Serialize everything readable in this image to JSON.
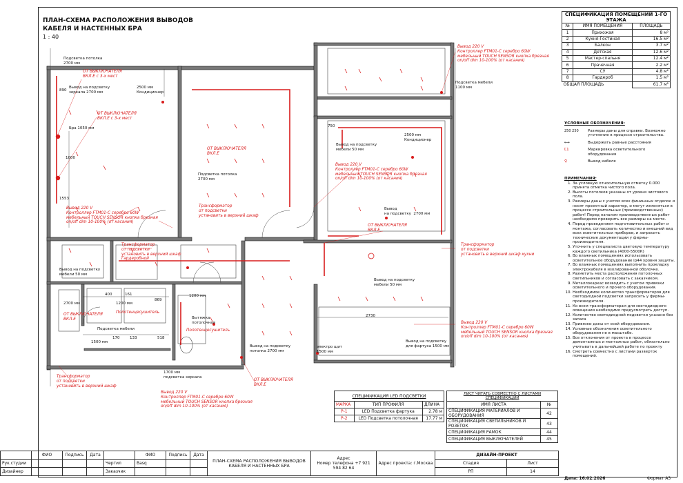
{
  "drawing": {
    "title": "ПЛАН-СХЕМА РАСПОЛОЖЕНИЯ ВЫВОДОВ КАБЕЛЯ И НАСТЕННЫХ БРА",
    "scale": "1 : 40"
  },
  "labels": {
    "l1": "Подсветка потолка\n2700 мм",
    "l2": "Вывод на подсветку\nзеркала 2700 мм",
    "l3": "2500 мм\nКондиционер",
    "l4": "Бра 1050 мм",
    "l5": "Подсветка потолка\n2700 мм",
    "l6": "Подсветка мебели\n1100 мм",
    "l7": "Вывод на подсветку\nмебели 50 мм",
    "l8": "2500 мм\nКондиционер",
    "l9": "Вывод\nна подсветку  2700 мм",
    "l10": "Вывод на подсветку\nмебели 50 мм",
    "l11": "Вывод на подсветку\nмебели 50 мм",
    "l12": "2700 мм",
    "l13": "1200 мм",
    "l14": "Подсветка мебели",
    "l15": "1500 мм",
    "l16": "1200 мм",
    "l17": "Вытяжка\nпотолочная",
    "l18": "Вывод на подсветку\nпотолка 2700 мм",
    "l19": "электро щит\n1500 мм",
    "l20": "Вывод на подсветку\nдля фартука 1500 мм",
    "l21": "1700 мм\nподсветка зеркала",
    "l22": "2730",
    "d1": "400",
    "d2": "161",
    "d3": "170",
    "d4": "133",
    "d5": "518",
    "d6": "750",
    "d7": "869",
    "d8": "1553",
    "d9": "1000",
    "d10": "890"
  },
  "red_labels": {
    "r1": "ОТ ВЫКЛЮЧАТЕЛЯ\nВКЛ.Е с 3-х мест",
    "r2": "ОТ ВЫКЛЮЧАТЕЛЯ\nВКЛ.Е с 3-х мест",
    "r3": "ОТ ВЫКЛЮЧАТЕЛЯ\nВКЛ.Е",
    "r4": "Вывод 220 V\nКонтроллер FTM01-C серебро 60W\nмебельный TOUCH SENSOR кнопка брезная\non/off dim 10-100% (от касания)",
    "r5": "Вывод 220 V\nКонтроллер FTM01-C серебро 60W\nмебельный TOUCH SENSOR кнопка брезная\non/off dim 10-100% (от касания)",
    "r6": "Трансформатор\nот подсветки\nустановить в верхний шкаф",
    "r7": "Вывод 220 V\nКонтроллер FTM01-C серебро 60W\nмебельный TOUCH SENSOR кнопка брезная\non/off dim 10-100% (от касания)",
    "r8": "ОТ ВЫКЛЮЧАТЕЛЯ\nВКЛ.Е",
    "r9": "Трансформатор\nот подсветки\nустановить в верхний шкаф\nГардеробной",
    "r10": "Трансформатор\nот подсветки\nустановить в верхний шкаф кухни",
    "r11": "ОТ ВЫКЛЮЧАТЕЛЯ\nВКЛ.Е",
    "r12": "Полотенцесушитель",
    "r13": "Полотенцесушитель",
    "r14": "Вывод 220 V\nКонтроллер FTM01-C серебро 60W\nмебельный TOUCH SENSOR кнопка брезная\non/off dim 10-100% (от касания)",
    "r15": "ОТ ВЫКЛЮЧАТЕЛЯ\nВКЛ.Е",
    "r16": "Трансформатор\nот подсветки\nустановить в верхний шкаф",
    "r17": "Вывод 220 V\nКонтроллер FTM01-C серебро 60W\nмебельный TOUCH SENSOR кнопка брезная\non/off dim 10-100% (от касания)"
  },
  "rooms_spec": {
    "title": "СПЕЦИФИКАЦИЯ ПОМЕЩЕНИЙ 1-ГО ЭТАЖА",
    "headers": [
      "№",
      "ИМЯ ПОМЕЩЕНИЯ",
      "ПЛОЩАДЬ"
    ],
    "rows": [
      [
        "1",
        "Прихожая",
        "8 м²"
      ],
      [
        "2",
        "Кухня-Гостиная",
        "16.5 м²"
      ],
      [
        "3",
        "Балкон",
        "3.7 м²"
      ],
      [
        "4",
        "Детская",
        "12.6 м²"
      ],
      [
        "5",
        "Мастер-спальня",
        "12.4 м²"
      ],
      [
        "6",
        "Прачечная",
        "2.2 м²"
      ],
      [
        "7",
        "СУ",
        "4.8 м²"
      ],
      [
        "8",
        "Гардероб",
        "1.5 м²"
      ]
    ],
    "total_label": "ОБЩАЯ ПЛОЩАДЬ",
    "total_value": "61.7 м²"
  },
  "legend": {
    "title": "УСЛОВНЫЕ ОБОЗНАЧЕНИЯ:",
    "items": [
      {
        "sym": "250 250",
        "text": "Размеры даны для справки. Возможно уточнение в процессе строительства."
      },
      {
        "sym": "",
        "text": "Выдержать равные расстояния"
      },
      {
        "sym": "Ľ1",
        "text": "Маркировка осветительного оборудования"
      },
      {
        "sym": "",
        "text": "Вывод кабеля"
      }
    ]
  },
  "notes": {
    "title": "ПРИМЕЧАНИЯ:",
    "items": [
      "За условную относительную отметку 0.000 принята отметка чистого пола.",
      "Высоты потолков указаны от уровня чистового пола.",
      "Размеры даны с учетом всех финишных отделок и носят проектный характер, и могут изменяться в процессе строительных (производственных) работ! Перед началом производственных работ необходимо проверить все размеры на месте.",
      "Перед проведением подготовительных работ и монтажа, согласовать количество и внешний вид всех осветительных приборов, и запросить технические документации у фирмы-производителя.",
      "Уточнить у специалиста цветовую температуру каждого светильника (4000-5500К)",
      "Во влажных помещениях использовать осветительное оборудование ip44 уровня защиты.",
      "Во влажных помещениях выполнить прокладку электрокабеля в изолированной оболочке.",
      "Разметить места расположения потолочных светильников и согласовать с заказчиком.",
      "Металлокаркас возводить с учетом привязки осветительного и прочего оборудования.",
      "Необходимое количество трансформаторов для светодиодной подсветки запросить у фирмы-производителя.",
      "Ко всем трансформаторам для светодиодного освещения необходимо предусмотреть доступ.",
      "Количество светодиодной подсветки указано без запаса",
      "Привязки даны от осей оборудования.",
      "Условные обозначения осветительного оборудования не в масштабе.",
      "Все отклонения от проекта в процессе демонтажных и монтажных работ, обязательно учитывать в дальнейшей работе по проекту",
      "Смотреть совместно с листами разверток помещений."
    ]
  },
  "led_spec": {
    "title": "СПЕЦИФИКАЦИЯ LED ПОДСВЕТКИ",
    "headers": [
      "МАРКА",
      "ТИП ПРОФИЛЯ",
      "ДЛИНА"
    ],
    "rows": [
      [
        "Р-1",
        "LED Подсветка фартука",
        "2.78 м"
      ],
      [
        "Р-2",
        "LED Подсветка потолочная",
        "17.77 м"
      ]
    ]
  },
  "sheets": {
    "title": "ЛИСТ ЧИТАТЬ СОВМЕСТНО С ЛИСТАМИ СПЕЦИФИКАЦИЙ",
    "headers": [
      "ИМЯ ЛИСТА",
      "№"
    ],
    "rows": [
      [
        "СПЕЦИФИКАЦИЯ МАТЕРИАЛОВ И ОБОРУДОВАНИЯ",
        "42"
      ],
      [
        "СПЕЦИФИКАЦИЯ СВЕТИЛЬНИКОВ И РОЗЕТОК",
        "43"
      ],
      [
        "СПЕЦИФИКАЦИЯ РАМОК",
        "44"
      ],
      [
        "СПЕЦИФИКАЦИЯ ВЫКЛЮЧАТЕЛЕЙ",
        "45"
      ]
    ]
  },
  "stamp": {
    "fio": "ФИО",
    "sign": "Подпись",
    "date": "Дата",
    "role1": "Рук.студии",
    "role2": "Дизайнер",
    "role3": "Чертил",
    "role3_name": "Вasq",
    "role4": "Заказчик",
    "sheet_title": "ПЛАН-СХЕМА РАСПОЛОЖЕНИЯ ВЫВОДОВ КАБЕЛЯ И НАСТЕННЫХ БРА",
    "address": "Адрес",
    "phone": "Номер телефона +7 921 594 82 64",
    "project_address": "Адрес проекта: г.Москва",
    "project_type": "ДИЗАЙН-ПРОЕКТ",
    "stage_label": "Стадия",
    "stage_value": "РП",
    "sheet_label": "Лист",
    "sheet_value": "14",
    "date_label": "Дата: 16.02.2026",
    "format_label": "Формат А3"
  }
}
